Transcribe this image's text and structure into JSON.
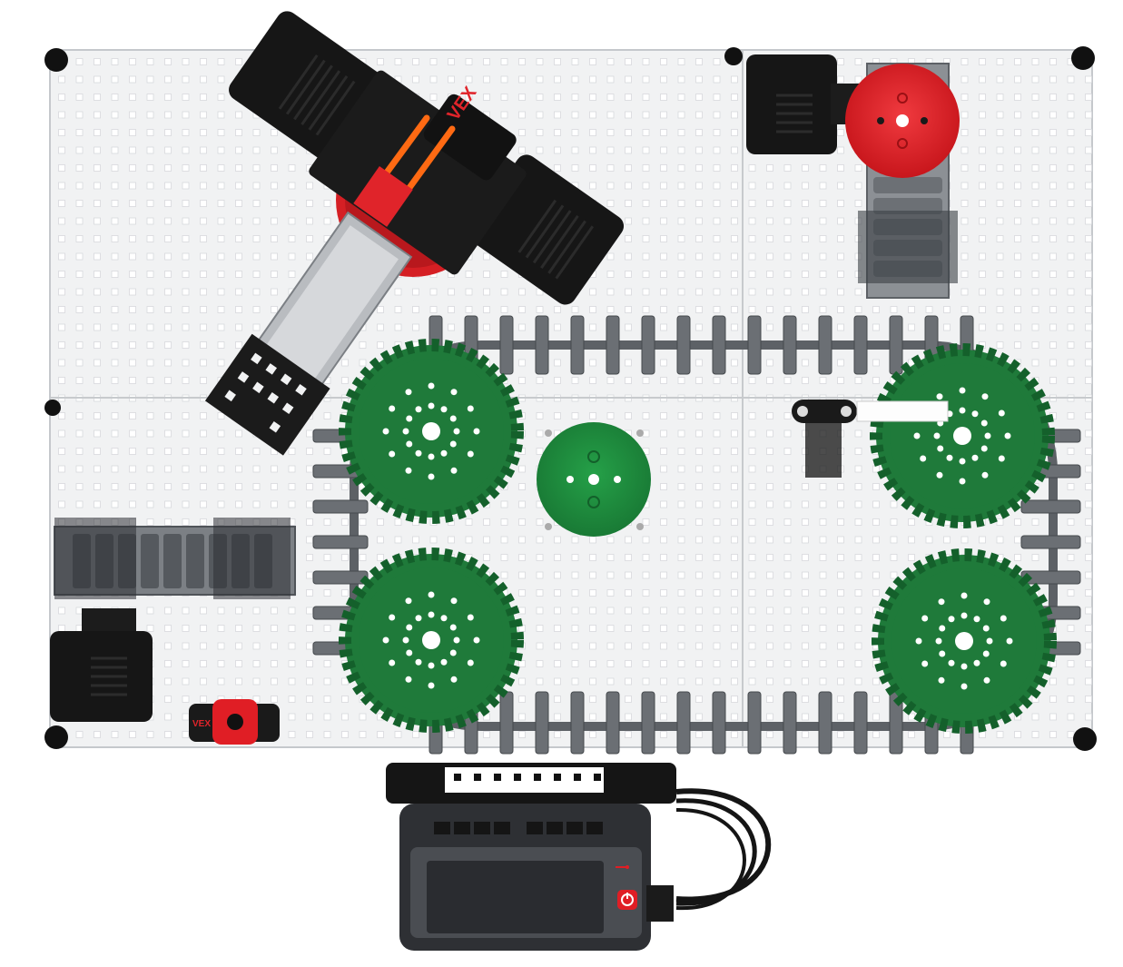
{
  "scene": {
    "description_alt": "",
    "board": {
      "panels": 4
    },
    "colors": {
      "plate": "#f3f4f5",
      "plate_edge": "#c9ccd0",
      "hole": "#ffffff",
      "gear_green": "#1f7a3a",
      "gear_green_dark": "#14602b",
      "pulley_green": "#1e8f3e",
      "pulley_red": "#e01e25",
      "motor_black": "#161616",
      "chain_grey": "#5d6166",
      "orange_band": "#ff6a13",
      "brain_grey": "#3a3c40",
      "screen": "#4a4d52"
    },
    "logos": {
      "arm_logo": "VEX",
      "bumper_logo": "VEX"
    },
    "icons": [
      "power-icon",
      "usb-icon",
      "bumper-switch-icon"
    ]
  }
}
